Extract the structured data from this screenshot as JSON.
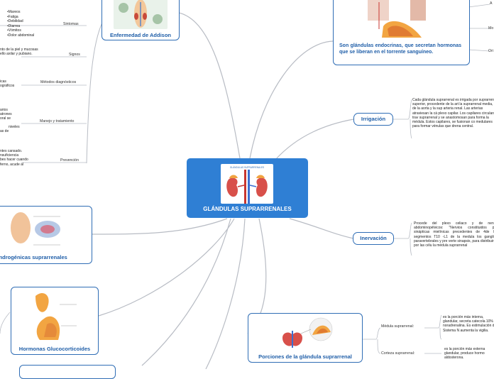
{
  "central": {
    "title": "GLÁNDULAS SUPRARRENALES",
    "image_caption": "GLÁNDULAS SUPRARRENALES"
  },
  "addison": {
    "title": "Enfermedad de Addison",
    "sintomas_label": "Sintomas",
    "sintomas": [
      "Mareos",
      "Fatiga",
      "Debilidad",
      "Diarrea",
      "Vómitos",
      "Dolor abdominal"
    ],
    "signos_label": "Signos",
    "signos_text": [
      "nto de la piel y mucosas",
      "ello axilar y pubiano."
    ],
    "metodos_label": "Métodos diagnósticos",
    "metodos_text": [
      "icas",
      "ográficos"
    ],
    "manejo_label": "Manejo y tratamiento",
    "manejo_text": [
      "arios",
      "atrones",
      "oral se",
      "niveles",
      "as    de"
    ],
    "prevencion_label": "Prevención",
    "prevencion_text": [
      "ntes  cansado.",
      "nsuficiencia",
      "bes hacer cuando",
      "ferno, acude al"
    ]
  },
  "androgenicas": {
    "title": "as Androgénicas suprarrenales"
  },
  "glucocorticoides": {
    "title": "Hormonas Glucocorticoides"
  },
  "endocrinas": {
    "title": "Son glándulas  endocrinas, que  secretan hormonas  que  se liberan en el torrente sanguíneo.",
    "side_labels": [
      "A",
      "Mo",
      "Ori"
    ]
  },
  "irrigacion": {
    "title": "Irrigación",
    "text": "Cada glándula suprarrenal es irrigada por suprarrenal superior, procedente de la art la suprarrenal media, de la aorta y la sup arteria renal. Las arterias atraviesan la cá plexo capilar. Los capilares circulan a trav suprarrenal y se anastomosan para forma la médula. Estos capilares, se fusionan co medulares para formar vénulas que drena central."
  },
  "inervacion": {
    "title": "Inervación",
    "text": "Procede del plexo celiaco y de nervio abdominopélvicos: \"Nervios constituidos pre sinápticas mielínicas precedentes de 4de los segmentos T10 -L1 de la medula los ganglios paravertebrales y pre verte sinapsis, para distribuirse por las célu la médula suprarrenal"
  },
  "porciones": {
    "title": "Porciones de la glándula suprarrenal",
    "medula_label": "Médula suprarrenal:",
    "medula_text": "es la porción más interna, glandular, secreta catecola 10% de noradrenalina. Es estimulación del Sistema N aumenta la vigilia.",
    "corteza_label": "Corteza suprarrenal:",
    "corteza_text": "es la porción más externa glandular, produce hormo aldosterona."
  },
  "colors": {
    "primary": "#2f7fd4",
    "border": "#2f6db5",
    "link": "#b8bcc4"
  }
}
